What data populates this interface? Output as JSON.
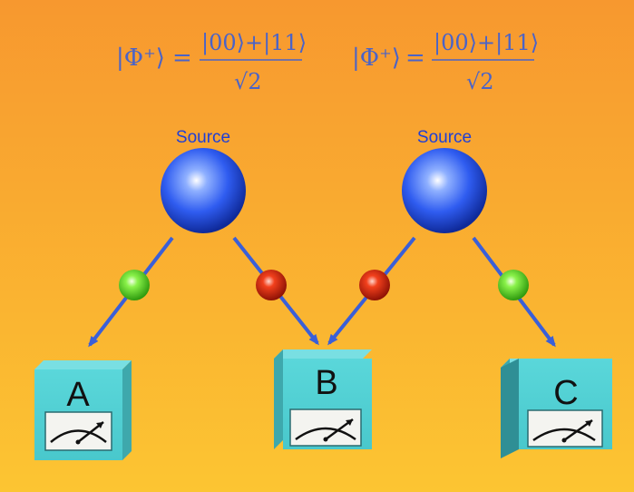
{
  "equations": [
    {
      "lhs": "|Φ⁺⟩",
      "equals": "=",
      "numerator": "|00⟩+|11⟩",
      "denominator": "√2"
    },
    {
      "lhs": "|Φ⁺⟩",
      "equals": "=",
      "numerator": "|00⟩+|11⟩",
      "denominator": "√2"
    }
  ],
  "sources": [
    {
      "label": "Source"
    },
    {
      "label": "Source"
    }
  ],
  "particles": [
    {
      "color": "green"
    },
    {
      "color": "red"
    },
    {
      "color": "red"
    },
    {
      "color": "green"
    }
  ],
  "detectors": [
    {
      "label": "A"
    },
    {
      "label": "B"
    },
    {
      "label": "C"
    }
  ],
  "colors": {
    "background_top": "#f7982f",
    "background_bottom": "#fcc532",
    "arrow": "#3a5fd8",
    "equation_text": "#4a63c8",
    "detector_face": "#56d3d6",
    "detector_side": "#3a9aa0"
  }
}
